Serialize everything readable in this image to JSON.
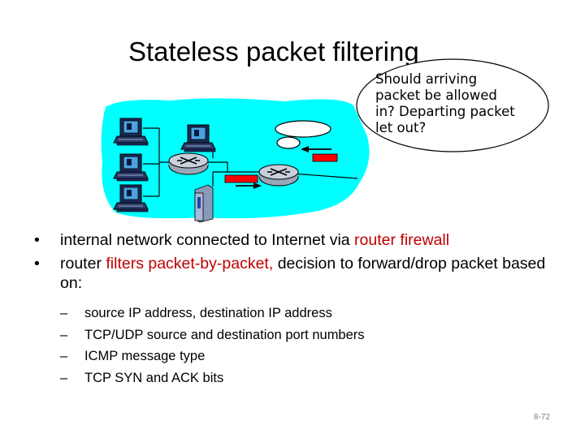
{
  "title": "Stateless packet filtering",
  "bubble_lines": [
    "Should arriving",
    "packet be allowed",
    "in? Departing packet",
    "let out?"
  ],
  "bullets": [
    {
      "pre": "internal network connected to Internet via ",
      "red": "router firewall",
      "post": ""
    },
    {
      "pre": "router ",
      "red": "filters packet-by-packet,",
      "post": " decision to forward/drop packet based on:"
    }
  ],
  "subbullets": [
    "source IP address, destination IP address",
    "TCP/UDP source and destination port numbers",
    "ICMP message type",
    "TCP SYN and ACK bits"
  ],
  "page_number": "8-72",
  "colors": {
    "network_cloud": "#00ffff",
    "packet": "#ff0000",
    "accent_text": "#c00000"
  },
  "icons": [
    "host-computer-icon",
    "router-icon",
    "server-icon",
    "thought-bubble-icon",
    "arrow-icon"
  ]
}
